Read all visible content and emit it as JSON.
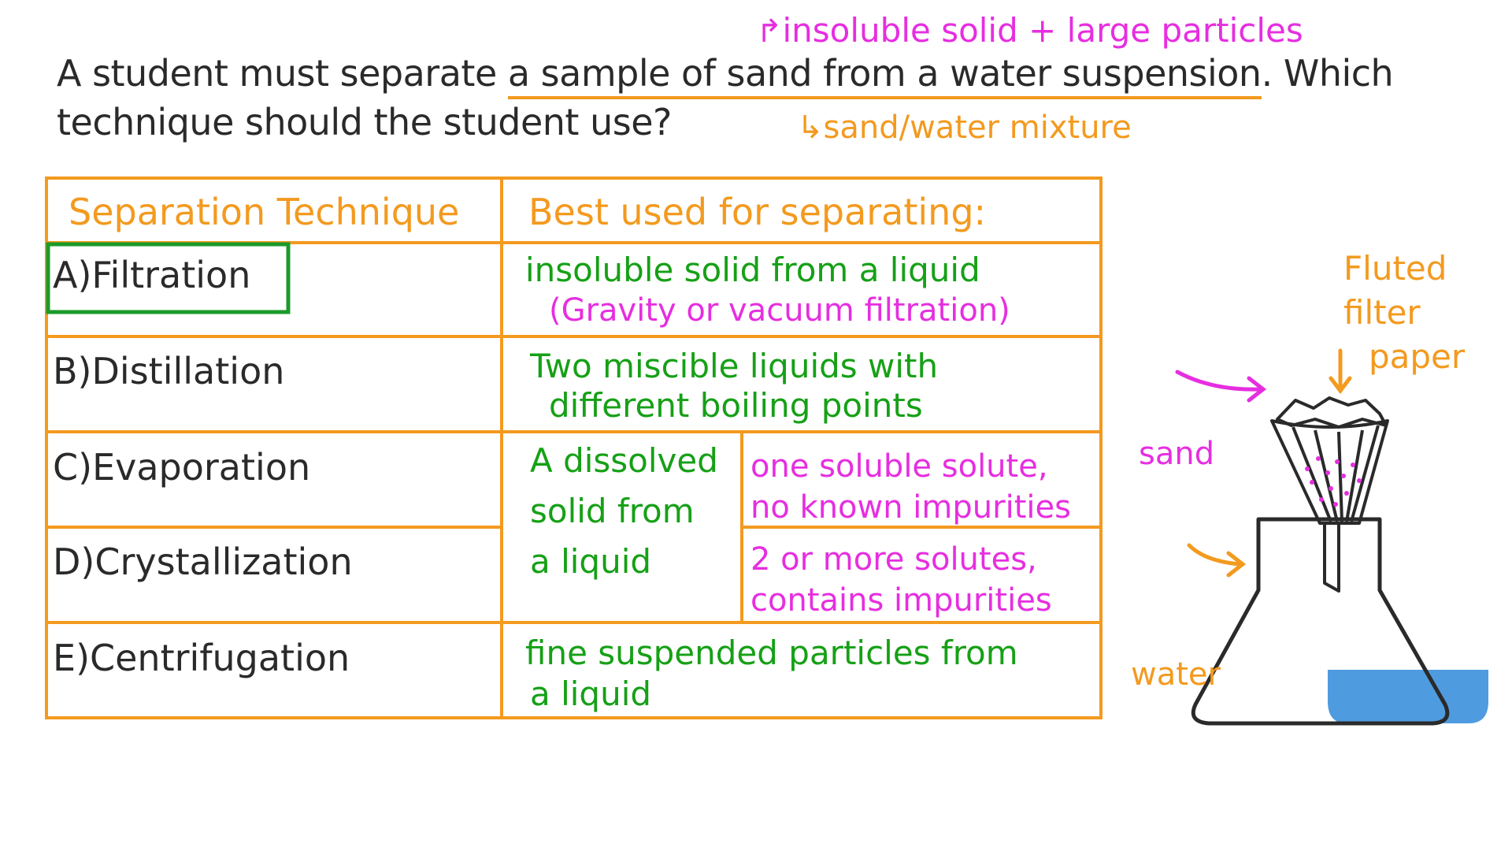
{
  "question": {
    "line1_parts": [
      "A student must separate ",
      "a sample of sand from a water suspension",
      ". Which"
    ],
    "line2": "technique should the student use?"
  },
  "annotations": {
    "top": "insoluble solid + large particles",
    "bottom": "sand/water mixture"
  },
  "table": {
    "headers": [
      "Separation Technique",
      "Best used for separating:"
    ],
    "rows": [
      {
        "letter": "A)",
        "technique": "Filtration",
        "best_for": "insoluble solid from a liquid",
        "note": "(Gravity or vacuum filtration)",
        "selected": true
      },
      {
        "letter": "B)",
        "technique": "Distillation",
        "best_for_lines": [
          "Two miscible liquids with",
          "different boiling points"
        ]
      },
      {
        "letter": "C)",
        "technique": "Evaporation",
        "sub_note_lines": [
          "one soluble solute,",
          "no known impurities"
        ]
      },
      {
        "letter": "D)",
        "technique": "Crystallization",
        "sub_note_lines": [
          "2 or more solutes,",
          "contains impurities"
        ]
      },
      {
        "letter": "E)",
        "technique": "Centrifugation",
        "best_for_lines": [
          "fine suspended particles from",
          "a liquid"
        ]
      }
    ],
    "shared_cd_lines": [
      "A dissolved",
      "solid from",
      "a liquid"
    ]
  },
  "diagram": {
    "label_filter_lines": [
      "Fluted",
      "filter",
      "paper"
    ],
    "label_sand": "sand",
    "label_water": "water"
  },
  "colors": {
    "orange": "#f39a1f",
    "green": "#16a016",
    "pink": "#e62ee0",
    "black": "#2a2a2a",
    "water": "#4f9be0",
    "selection_box": "#1a9a2a"
  }
}
